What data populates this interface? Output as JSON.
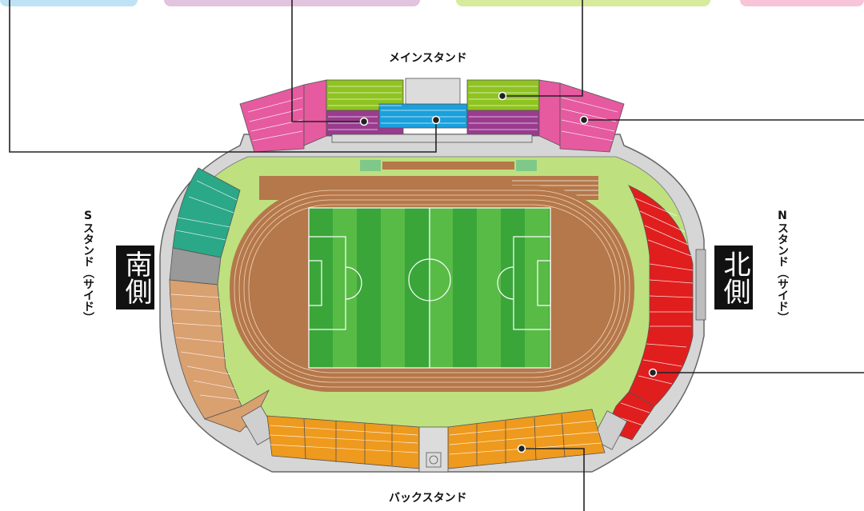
{
  "labels": {
    "main_stand": "メインスタンド",
    "back_stand": "バックスタンド",
    "s_stand": "Sスタンド（サイド）",
    "n_stand": "Nスタンド（サイド）",
    "south": "南側",
    "north": "北側"
  },
  "colors": {
    "tab_blue": "#bfe3f5",
    "tab_purple": "#e2c4df",
    "tab_green": "#d8ea9c",
    "tab_pink": "#f7c4d8",
    "seat_green": "#8fc31f",
    "seat_blue": "#1aa0dc",
    "seat_purple": "#9a3b8f",
    "seat_pink": "#e65aa0",
    "seat_teal": "#2aa887",
    "seat_gray": "#999999",
    "seat_tan": "#d9a070",
    "seat_orange": "#ee9a1e",
    "seat_red": "#e01e1e",
    "grass": "#bfe07f",
    "track": "#b5784a",
    "pitch": "#3aa63a"
  }
}
